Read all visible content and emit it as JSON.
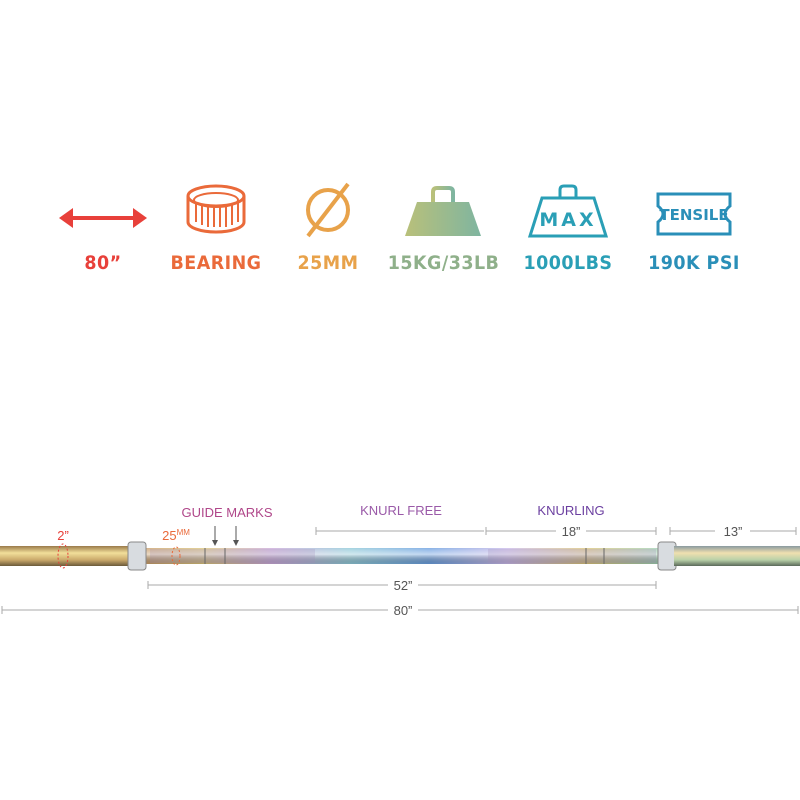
{
  "specs": {
    "length": {
      "label": "80”",
      "icon": "double-arrow-icon",
      "color": "#e8403a"
    },
    "bearing": {
      "label": "BEARING",
      "icon": "bearing-icon",
      "color": "#ea6a3a"
    },
    "diameter": {
      "label": "25MM",
      "icon": "diameter-icon",
      "color": "#e8a24a"
    },
    "weight": {
      "label": "15KG/33LB",
      "icon": "kettle-weight-icon",
      "color": "#8fb08a"
    },
    "max": {
      "label": "1000LBS",
      "icon": "max-weight-icon",
      "icon_text": "MAX",
      "color": "#2a9fb6"
    },
    "tensile": {
      "label": "190K PSI",
      "icon": "tensile-icon",
      "icon_text": "TENSILE",
      "color": "#2a8fb8"
    }
  },
  "bar": {
    "guide_marks": "GUIDE MARKS",
    "knurl_free": "KNURL FREE",
    "knurling": "KNURLING",
    "sleeve_diameter": "2”",
    "shaft_diameter": "25",
    "shaft_diameter_unit": "MM",
    "knurling_length": "18”",
    "sleeve_length": "13”",
    "inner_length": "52”",
    "total_length": "80”"
  },
  "colors": {
    "red": "#e8403a",
    "orange": "#ea6a3a",
    "purple": "#b0478a",
    "violet": "#6b3fa0",
    "grey": "#888888"
  }
}
